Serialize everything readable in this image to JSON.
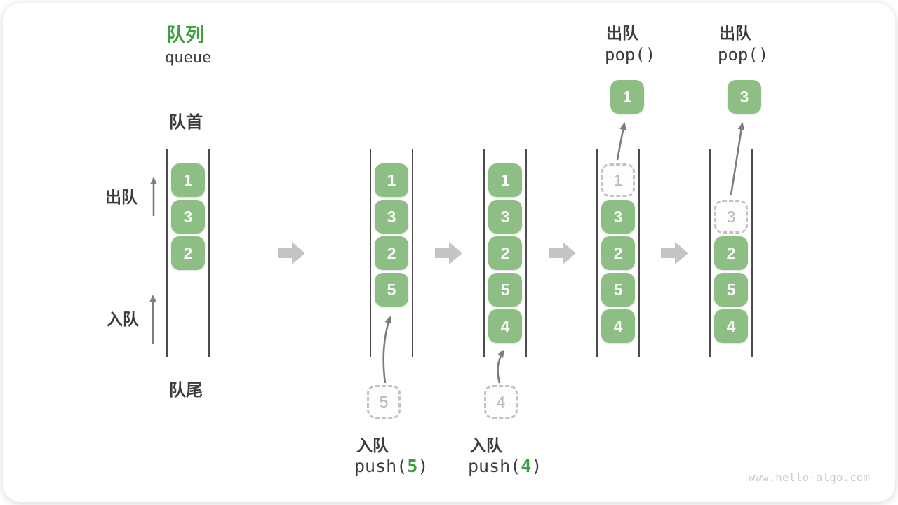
{
  "page": {
    "title_zh": "队列",
    "title_en": "queue",
    "watermark": "www.hello-algo.com"
  },
  "side_labels": {
    "front": "队首",
    "rear": "队尾",
    "dequeue": "出队",
    "enqueue": "入队"
  },
  "colors": {
    "box_green": "#8DBE83",
    "accent_green": "#3DA03F",
    "text_dark": "#3C3C3C",
    "arrow_gray": "#7D7D7D",
    "block_arrow_gray": "#C4C4C4",
    "ghost_border": "#C2C2C2",
    "ghost_text": "#B8B8B8",
    "watermark_gray": "#CBCBCB"
  },
  "states": {
    "s1": {
      "items": [
        "1",
        "3",
        "2"
      ]
    },
    "s2": {
      "items": [
        "1",
        "3",
        "2",
        "5"
      ],
      "incoming": "5",
      "op_zh": "入队",
      "op_fn": "push(",
      "op_arg": "5",
      "op_close": ")"
    },
    "s3": {
      "items": [
        "1",
        "3",
        "2",
        "5",
        "4"
      ],
      "incoming": "4",
      "op_zh": "入队",
      "op_fn": "push(",
      "op_arg": "4",
      "op_close": ")"
    },
    "s4": {
      "ghost": "1",
      "items": [
        "3",
        "2",
        "5",
        "4"
      ],
      "popped": "1",
      "op_zh": "出队",
      "op_fn": "pop()"
    },
    "s5": {
      "ghost": "3",
      "items": [
        "2",
        "5",
        "4"
      ],
      "popped": "3",
      "op_zh": "出队",
      "op_fn": "pop()"
    }
  }
}
